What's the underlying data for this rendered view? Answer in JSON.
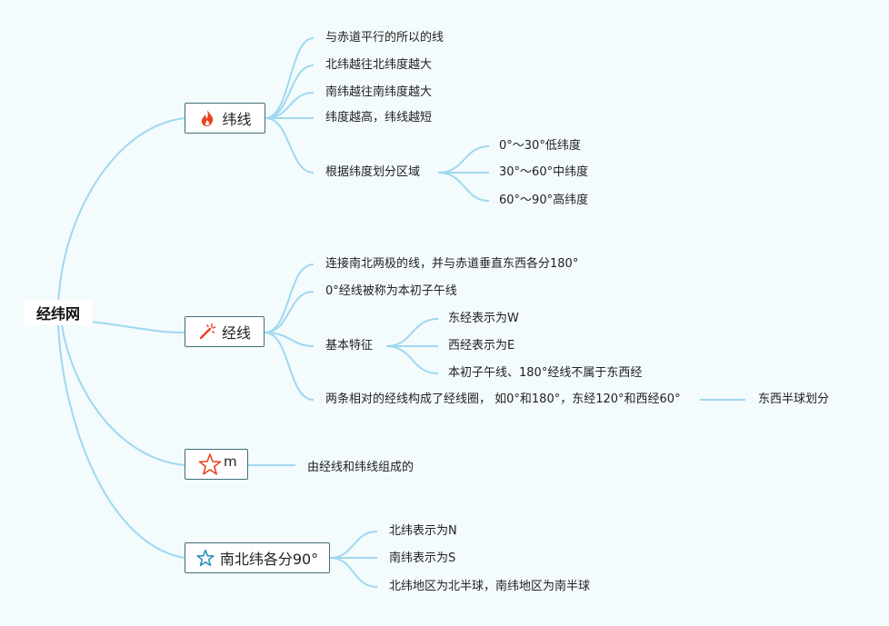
{
  "root": {
    "label": "经纬网"
  },
  "branches": [
    {
      "id": "weixian",
      "label": "纬线",
      "icon": "flame-icon",
      "icon_color": "#e8431f",
      "children": [
        {
          "label": "与赤道平行的所以的线"
        },
        {
          "label": "北纬越往北纬度越大"
        },
        {
          "label": "南纬越往南纬度越大"
        },
        {
          "label": "纬度越高，纬线越短"
        },
        {
          "label": "根据纬度划分区域",
          "children": [
            {
              "label": "0°～30°低纬度"
            },
            {
              "label": "30°～60°中纬度"
            },
            {
              "label": "60°～90°高纬度"
            }
          ]
        }
      ]
    },
    {
      "id": "jingxian",
      "label": "经线",
      "icon": "magic-wand-icon",
      "icon_color": "#e8431f",
      "children": [
        {
          "label": "连接南北两极的线，并与赤道垂直东西各分180°"
        },
        {
          "label": "0°经线被称为本初子午线"
        },
        {
          "label": "基本特征",
          "children": [
            {
              "label": "东经表示为W"
            },
            {
              "label": "西经表示为E"
            },
            {
              "label": "本初子午线、180°经线不属于东西经"
            }
          ]
        },
        {
          "label": "两条相对的经线构成了经线圈， 如0°和180°，东经120°和西经60°",
          "children": [
            {
              "label": "东西半球划分"
            }
          ]
        }
      ]
    },
    {
      "id": "m",
      "label": "m",
      "icon": "star-outline-icon",
      "icon_color": "#e8431f",
      "children": [
        {
          "label": "由经线和纬线组成的"
        }
      ]
    },
    {
      "id": "nanbei",
      "label": "南北纬各分90°",
      "icon": "star-outline-icon",
      "icon_color": "#2a8fb8",
      "children": [
        {
          "label": "北纬表示为N"
        },
        {
          "label": "南纬表示为S"
        },
        {
          "label": "北纬地区为北半球，南纬地区为南半球"
        }
      ]
    }
  ],
  "colors": {
    "background": "#f3fbfd",
    "connector": "#9fd8ef",
    "node_border": "#3f6e7a"
  }
}
